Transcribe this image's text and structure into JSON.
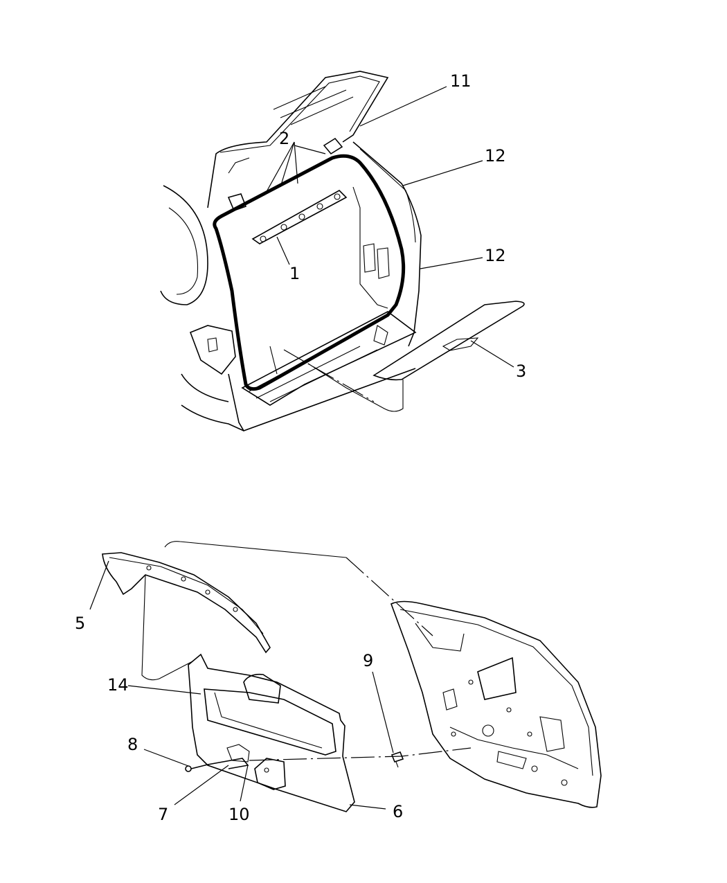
{
  "callouts": {
    "c1": "1",
    "c2": "2",
    "c3": "3",
    "c5": "5",
    "c6": "6",
    "c7": "7",
    "c8": "8",
    "c9": "9",
    "c10": "10",
    "c11": "11",
    "c12a": "12",
    "c12b": "12",
    "c14": "14"
  },
  "colors": {
    "line": "#000000",
    "background": "#ffffff"
  }
}
